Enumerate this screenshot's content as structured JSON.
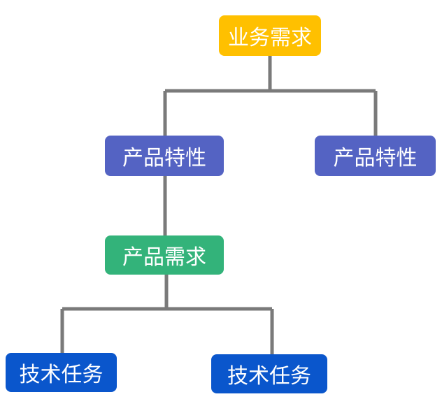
{
  "colors": {
    "business": "#ffc000",
    "feature": "#5463c3",
    "product": "#33b37a",
    "task": "#0a56cc",
    "connector": "#7a7a7a"
  },
  "nodes": {
    "business_requirement": "业务需求",
    "product_feature_left": "产品特性",
    "product_feature_right": "产品特性",
    "product_requirement": "产品需求",
    "technical_task_left": "技术任务",
    "technical_task_right": "技术任务"
  }
}
